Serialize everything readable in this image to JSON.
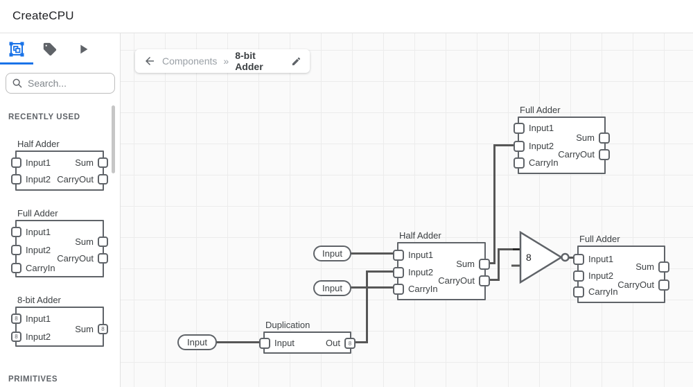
{
  "header": {
    "title": "CreateCPU"
  },
  "sidebar": {
    "tabs": [
      {
        "name": "components",
        "active": true
      },
      {
        "name": "tags",
        "active": false
      },
      {
        "name": "simulate",
        "active": false
      }
    ],
    "search_placeholder": "Search...",
    "recently_used_heading": "RECENTLY USED",
    "primitives_heading": "PRIMITIVES",
    "components": [
      {
        "title": "Half Adder",
        "left_ports": [
          "Input1",
          "Input2"
        ],
        "right_ports": [
          "Sum",
          "CarryOut"
        ]
      },
      {
        "title": "Full Adder",
        "left_ports": [
          "Input1",
          "Input2",
          "CarryIn"
        ],
        "right_ports": [
          "Sum",
          "CarryOut"
        ]
      },
      {
        "title": "8-bit Adder",
        "left_ports": [
          "Input1",
          "Input2"
        ],
        "right_ports": [
          "Sum"
        ],
        "bus_width": "8"
      }
    ]
  },
  "breadcrumb": {
    "parent": "Components",
    "separator": "»",
    "current": "8-bit Adder"
  },
  "canvas": {
    "full_adder_top": {
      "title": "Full Adder",
      "left_ports": [
        "Input1",
        "Input2",
        "CarryIn"
      ],
      "right_ports": [
        "Sum",
        "CarryOut"
      ]
    },
    "half_adder": {
      "title": "Half Adder",
      "left_ports": [
        "Input1",
        "Input2",
        "CarryIn"
      ],
      "right_ports": [
        "Sum",
        "CarryOut"
      ]
    },
    "full_adder_right": {
      "title": "Full Adder",
      "left_ports": [
        "Input1",
        "Input2",
        "CarryIn"
      ],
      "right_ports": [
        "Sum",
        "CarryOut"
      ]
    },
    "duplication": {
      "title": "Duplication",
      "left_port": "Input",
      "right_port": "Out",
      "bus_width": "8"
    },
    "buffer_gate": {
      "label": "8"
    },
    "input_nodes": [
      {
        "label": "Input"
      },
      {
        "label": "Input"
      },
      {
        "label": "Input"
      }
    ]
  },
  "colors": {
    "accent": "#1a73e8",
    "wire": "#565656",
    "node_border": "#5f6368",
    "canvas_bg": "#fafafa",
    "grid_line": "#ececec"
  }
}
